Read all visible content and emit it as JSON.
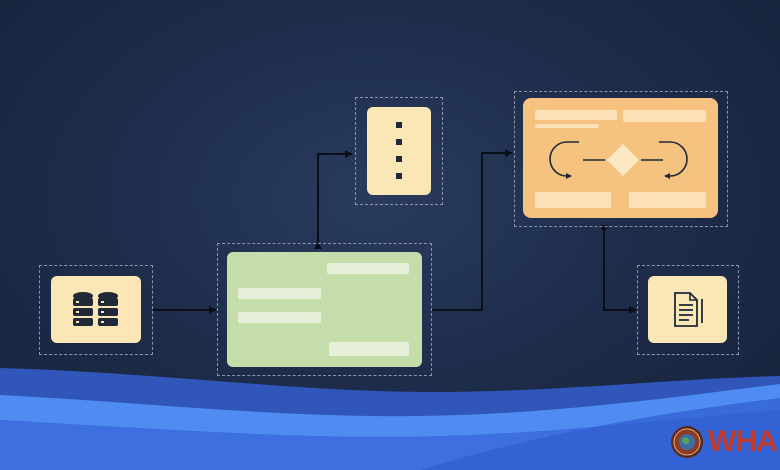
{
  "diagram": {
    "nodes": [
      {
        "id": "database",
        "icon": "database-icon",
        "color": "#fbe7b6"
      },
      {
        "id": "main-panel",
        "icon": "",
        "color": "#c5ddab"
      },
      {
        "id": "menu-list",
        "icon": "vertical-dots-icon",
        "color": "#fbe7b6"
      },
      {
        "id": "process-panel",
        "icon": "decision-flow-icon",
        "color": "#f6c27f"
      },
      {
        "id": "document",
        "icon": "document-icon",
        "color": "#fbe7b6"
      }
    ],
    "edges": [
      {
        "from": "database",
        "to": "main-panel"
      },
      {
        "from": "main-panel",
        "to": "menu-list",
        "bidirectional": true
      },
      {
        "from": "main-panel",
        "to": "process-panel"
      },
      {
        "from": "process-panel",
        "to": "document",
        "bidirectional": true
      }
    ]
  },
  "logo": {
    "text": "WHA"
  },
  "colors": {
    "background": "#1e2d4b",
    "accent_blue": "#3b82f6",
    "cream": "#fbe7b6",
    "green": "#c5ddab",
    "orange": "#f6c27f",
    "logo_red": "#c0392b"
  }
}
